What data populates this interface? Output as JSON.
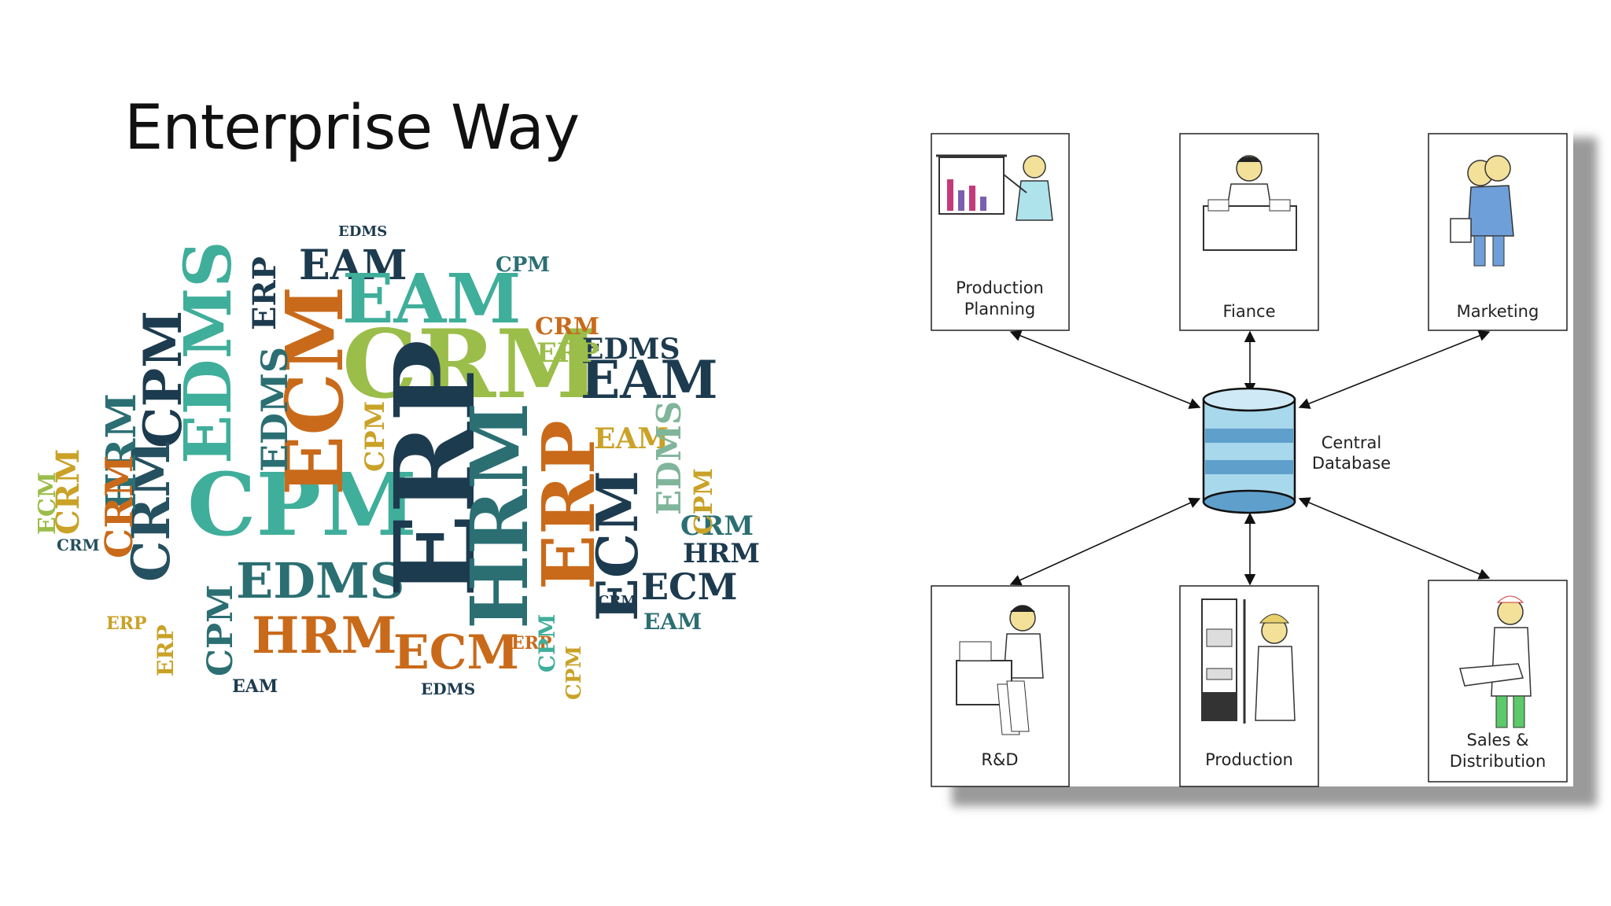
{
  "slide": {
    "title": "Enterprise Way"
  },
  "word_cloud": {
    "terms": [
      "EDMS",
      "EAM",
      "CPM",
      "HRM",
      "CRM",
      "ERP",
      "ECM"
    ],
    "palette": [
      "#1d3b4f",
      "#2b6f73",
      "#3fae9a",
      "#9bbd4a",
      "#c9a227",
      "#c96a1a",
      "#25505f",
      "#7fb59a"
    ]
  },
  "diagram": {
    "center": {
      "label_line1": "Central",
      "label_line2": "Database"
    },
    "departments": [
      {
        "id": "production-planning",
        "line1": "Production",
        "line2": "Planning"
      },
      {
        "id": "finance",
        "line1": "Fiance",
        "line2": ""
      },
      {
        "id": "marketing",
        "line1": "Marketing",
        "line2": ""
      },
      {
        "id": "rnd",
        "line1": "R&D",
        "line2": ""
      },
      {
        "id": "production",
        "line1": "Production",
        "line2": ""
      },
      {
        "id": "sales-distribution",
        "line1": "Sales &",
        "line2": "Distribution"
      }
    ]
  }
}
